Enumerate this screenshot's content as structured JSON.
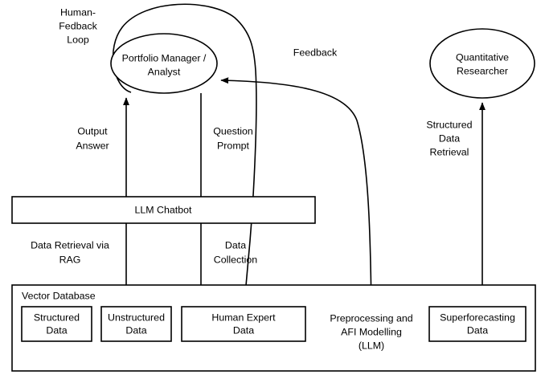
{
  "diagram": {
    "title": "LLM Chatbot / Vector Database Workflow",
    "colors": {
      "stroke": "#000000",
      "fill": "#ffffff",
      "text": "#000000",
      "background": "#ffffff"
    },
    "nodes": {
      "portfolio_manager": {
        "label_line1": "Portfolio Manager /",
        "label_line2": "Analyst",
        "shape": "ellipse"
      },
      "quantitative_researcher": {
        "label_line1": "Quantitative",
        "label_line2": "Researcher",
        "shape": "ellipse"
      },
      "llm_chatbot": {
        "label": "LLM Chatbot",
        "shape": "rectangle"
      },
      "vector_database": {
        "label": "Vector Database",
        "shape": "container"
      },
      "structured_data": {
        "label_line1": "Structured",
        "label_line2": "Data",
        "shape": "rectangle"
      },
      "unstructured_data": {
        "label_line1": "Unstructured",
        "label_line2": "Data",
        "shape": "rectangle"
      },
      "human_expert_data": {
        "label_line1": "Human Expert",
        "label_line2": "Data",
        "shape": "rectangle"
      },
      "superforecasting_data": {
        "label_line1": "Superforecasting",
        "label_line2": "Data",
        "shape": "rectangle"
      }
    },
    "edge_labels": {
      "human_feedback_loop": {
        "line1": "Human-",
        "line2": "Fedback",
        "line3": "Loop"
      },
      "feedback": {
        "line1": "Feedback"
      },
      "output_answer": {
        "line1": "Output",
        "line2": "Answer"
      },
      "question_prompt": {
        "line1": "Question",
        "line2": "Prompt"
      },
      "structured_data_retrieval": {
        "line1": "Structured",
        "line2": "Data",
        "line3": "Retrieval"
      },
      "data_retrieval_via_rag": {
        "line1": "Data Retrieval via",
        "line2": "RAG"
      },
      "data_collection": {
        "line1": "Data",
        "line2": "Collection"
      },
      "preprocessing_afi": {
        "line1": "Preprocessing and",
        "line2": "AFI Modelling",
        "line3": "(LLM)"
      }
    }
  }
}
